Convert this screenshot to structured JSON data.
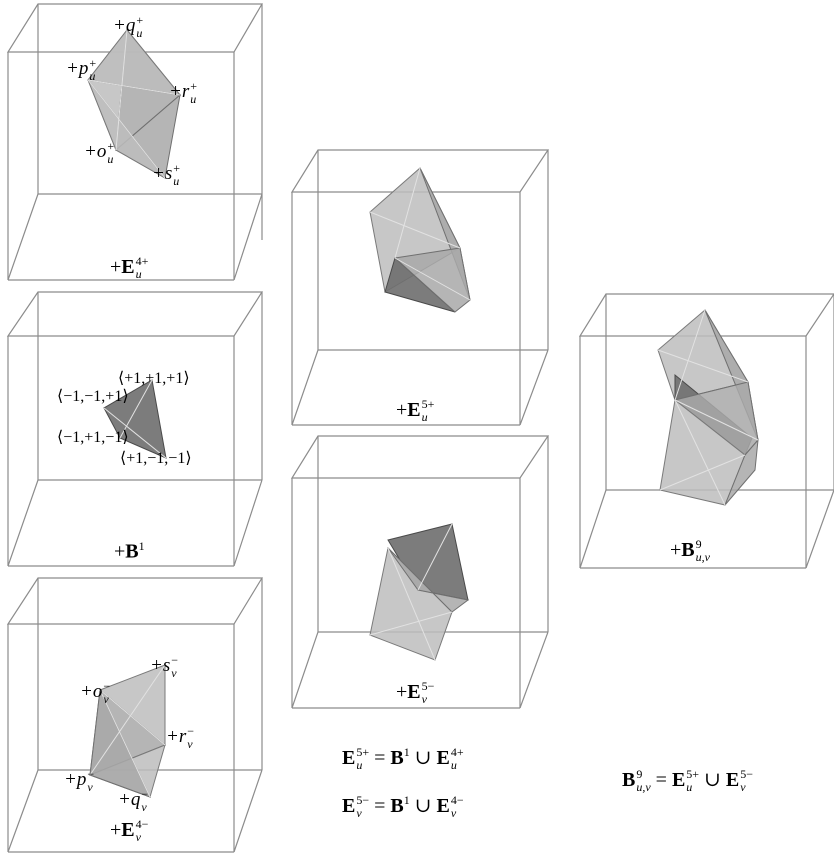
{
  "panels": {
    "e4u": {
      "caption": {
        "prefix": "+",
        "base": "E",
        "sup": "4+",
        "sub": "u"
      },
      "vertices": [
        {
          "label": "+q",
          "sup": "+",
          "sub": "u"
        },
        {
          "label": "+p",
          "sup": "+",
          "sub": "u"
        },
        {
          "label": "+r",
          "sup": "+",
          "sub": "u"
        },
        {
          "label": "+o",
          "sup": "+",
          "sub": "u"
        },
        {
          "label": "+s",
          "sup": "+",
          "sub": "u"
        }
      ]
    },
    "b1": {
      "caption": {
        "prefix": "+",
        "base": "B",
        "sup": "1",
        "sub": ""
      },
      "coords": [
        "⟨+1,+1,+1⟩",
        "⟨−1,−1,+1⟩",
        "⟨−1,+1,−1⟩",
        "⟨+1,−1,−1⟩"
      ]
    },
    "e4v": {
      "caption": {
        "prefix": "+",
        "base": "E",
        "sup": "4−",
        "sub": "v"
      },
      "vertices": [
        {
          "label": "+s",
          "sup": "−",
          "sub": "v"
        },
        {
          "label": "+o",
          "sup": "−",
          "sub": "v"
        },
        {
          "label": "+r",
          "sup": "−",
          "sub": "v"
        },
        {
          "label": "+p",
          "sup": "−",
          "sub": "v"
        },
        {
          "label": "+q",
          "sup": "−",
          "sub": "v"
        }
      ]
    },
    "e5u": {
      "caption": {
        "prefix": "+",
        "base": "E",
        "sup": "5+",
        "sub": "u"
      }
    },
    "e5v": {
      "caption": {
        "prefix": "+",
        "base": "E",
        "sup": "5−",
        "sub": "v"
      }
    },
    "b9": {
      "caption": {
        "prefix": "+",
        "base": "B",
        "sup": "9",
        "sub": "u,v"
      }
    }
  },
  "equations": {
    "eq1": {
      "lhs_base": "E",
      "lhs_sup": "5+",
      "lhs_sub": "u",
      "eq": "=",
      "t1": "B",
      "t1_sup": "1",
      "op": "∪",
      "t2": "E",
      "t2_sup": "4+",
      "t2_sub": "u"
    },
    "eq2": {
      "lhs_base": "E",
      "lhs_sup": "5−",
      "lhs_sub": "v",
      "eq": "=",
      "t1": "B",
      "t1_sup": "1",
      "op": "∪",
      "t2": "E",
      "t2_sup": "4−",
      "t2_sub": "v"
    },
    "eq3": {
      "lhs_base": "B",
      "lhs_sup": "9",
      "lhs_sub": "u,v",
      "eq": "=",
      "t1": "E",
      "t1_sup": "5+",
      "t1_sub": "u",
      "op": "∪",
      "t2": "E",
      "t2_sup": "5−",
      "t2_sub": "v"
    }
  }
}
